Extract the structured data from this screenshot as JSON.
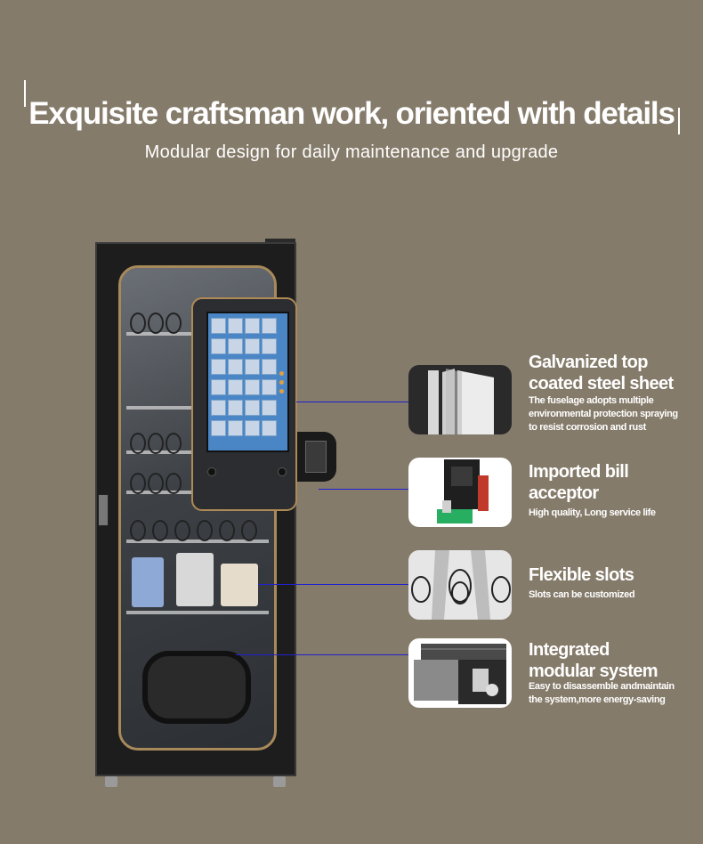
{
  "header": {
    "title": "Exquisite craftsman work, oriented with details",
    "subtitle": "Modular design for daily maintenance and upgrade"
  },
  "features": [
    {
      "title_line1": "Galvanized top",
      "title_line2": "coated steel sheet",
      "desc_line1": "The fuselage adopts multiple",
      "desc_line2": "environmental protection spraying",
      "desc_line3": "to resist corrosion and rust"
    },
    {
      "title_line1": "Imported bill",
      "title_line2": "acceptor",
      "desc_line1": "High quality, Long service life"
    },
    {
      "title_line1": "Flexible slots",
      "desc_line1": "Slots can be customized"
    },
    {
      "title_line1": "Integrated",
      "title_line2": "modular system",
      "desc_line1": "Easy to disassemble andmaintain",
      "desc_line2": "the system,more energy-saving"
    }
  ],
  "colors": {
    "background": "#857b6a",
    "accent_frame": "#b08a55",
    "connector_line": "#2020d0",
    "text": "#ffffff"
  }
}
